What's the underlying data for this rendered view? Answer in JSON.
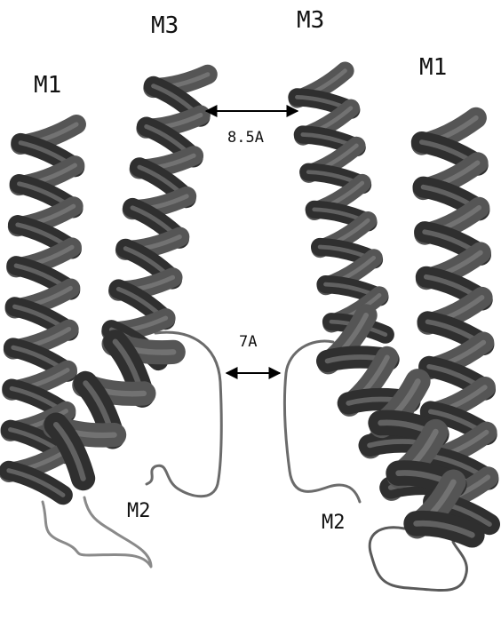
{
  "labels": {
    "m1_left": "M1",
    "m3_left": "M3",
    "m3_right": "M3",
    "m1_right": "M1",
    "m2_left": "M2",
    "m2_right": "M2",
    "dist_top": "8.5A",
    "dist_mid": "7A"
  },
  "colors": {
    "background": "#ffffff",
    "helix_fill": "#555555",
    "helix_light": "#8a8a8a",
    "helix_dark": "#2f2f2f",
    "loop": "#6b6b6b",
    "text": "#111111"
  }
}
